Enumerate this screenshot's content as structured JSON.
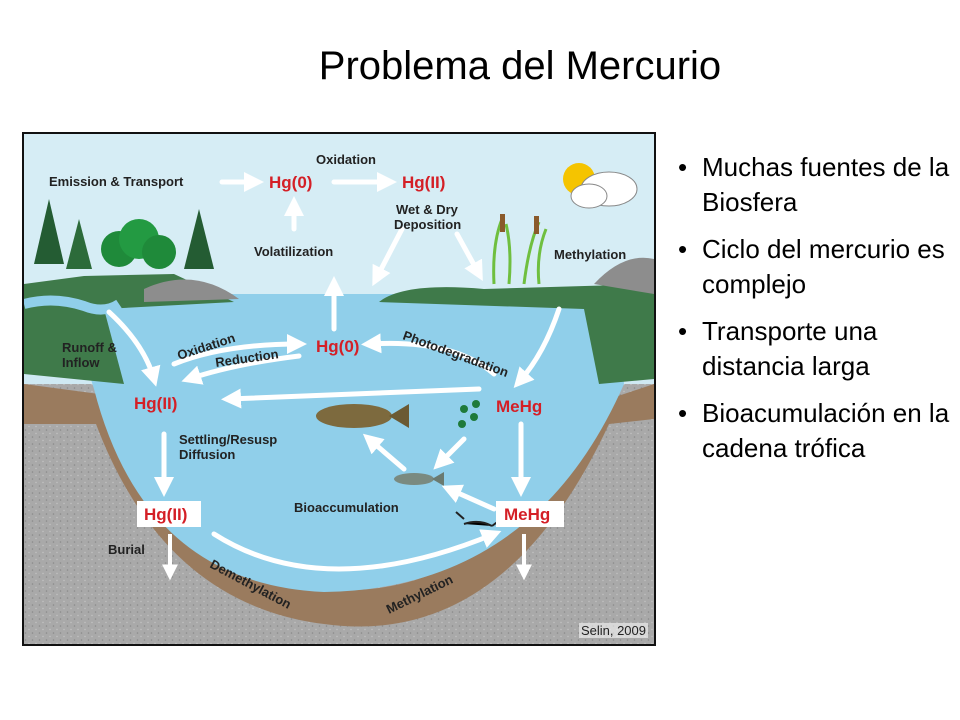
{
  "title": "Problema del Mercurio",
  "diagram": {
    "labels": {
      "emission_transport": "Emission & Transport",
      "oxidation_top": "Oxidation",
      "hg0_top": "Hg(0)",
      "hgII_top": "Hg(II)",
      "wet_dry_1": "Wet & Dry",
      "wet_dry_2": "Deposition",
      "volatilization": "Volatilization",
      "methylation_right": "Methylation",
      "runoff_1": "Runoff &",
      "runoff_2": "Inflow",
      "oxidation_mid": "Oxidation",
      "reduction": "Reduction",
      "hg0_mid": "Hg(0)",
      "photodegradation": "Photodegradation",
      "hgII_mid": "Hg(II)",
      "mehg_mid": "MeHg",
      "settling_1": "Settling/Resusp",
      "settling_2": "Diffusion",
      "bioaccumulation": "Bioaccumulation",
      "hgII_sed": "Hg(II)",
      "mehg_sed": "MeHg",
      "burial": "Burial",
      "demethylation": "Demethylation",
      "methylation_bottom": "Methylation"
    },
    "credit": "Selin, 2009",
    "colors": {
      "sky": "#cfe9f3",
      "water": "#8fcfea",
      "land": "#3f7a4a",
      "sediment": "#9a7b5e",
      "bedrock": "#a7a7a7",
      "mercury_text": "#d41f26"
    }
  },
  "bullets": [
    "Muchas fuentes de la Biosfera",
    "Ciclo del mercurio es complejo",
    "Transporte una distancia larga",
    "Bioacumulación en la cadena trófica"
  ]
}
